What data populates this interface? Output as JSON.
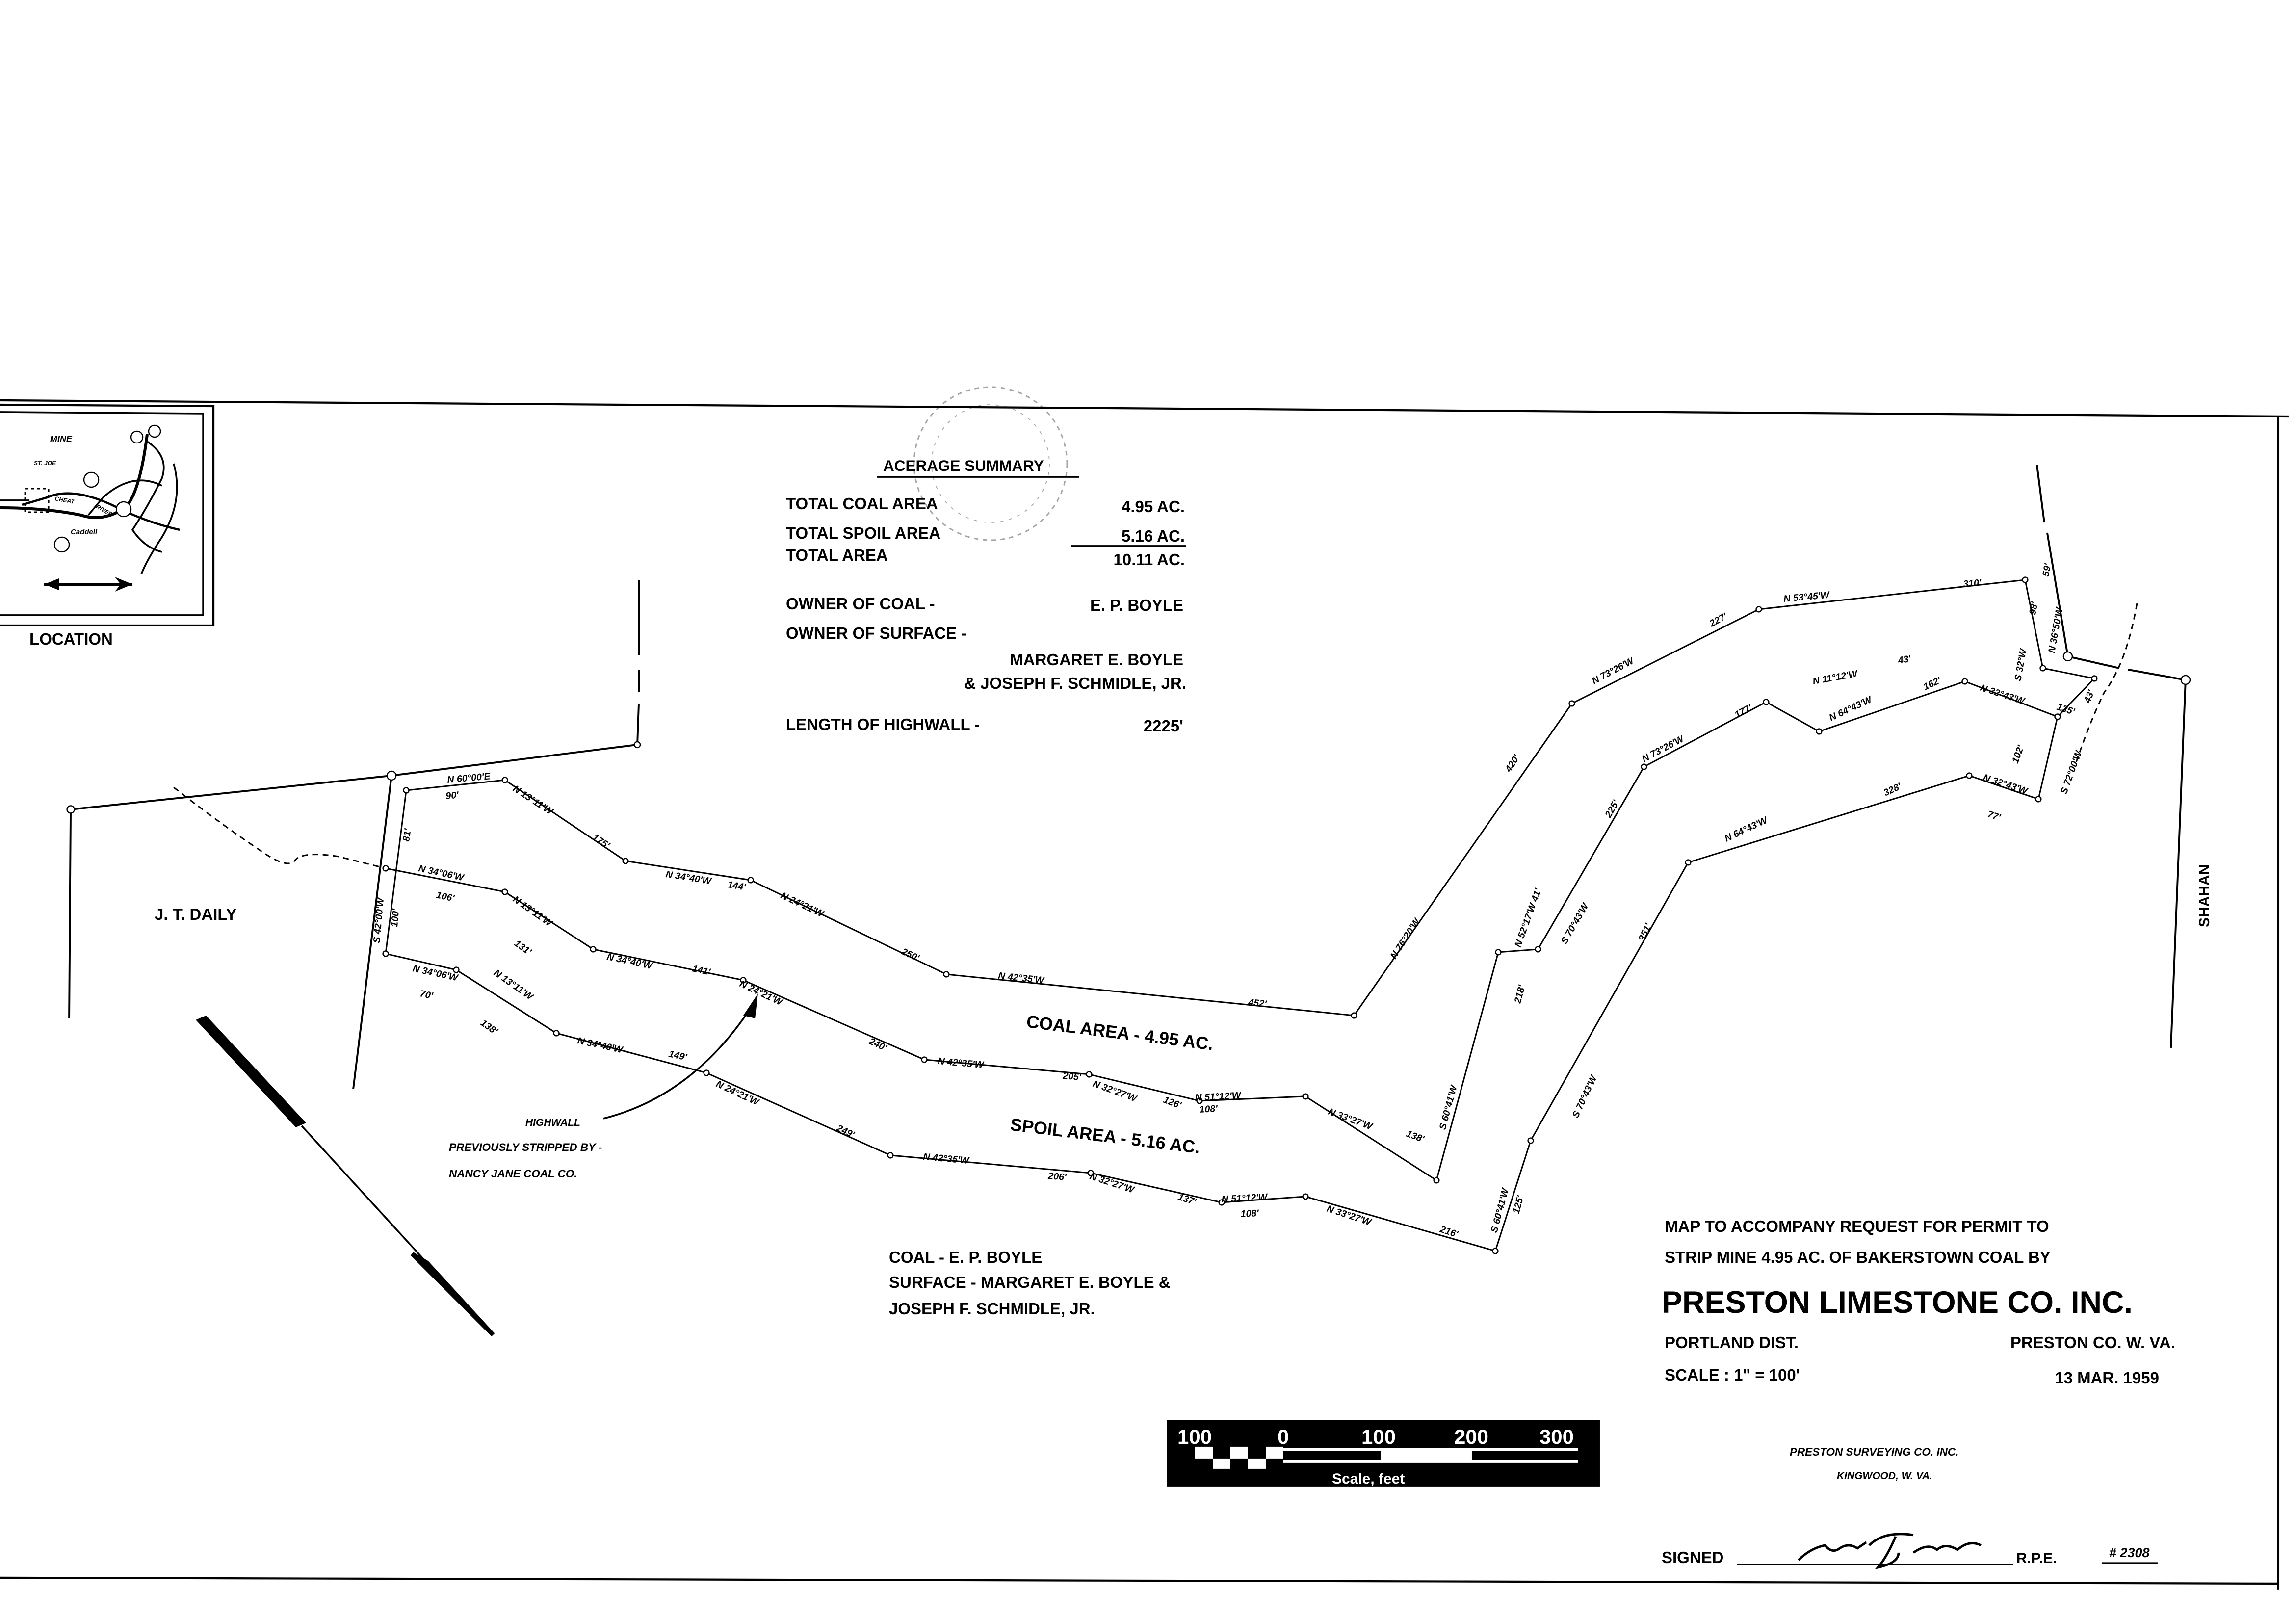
{
  "location_map": {
    "title": "LOCATION",
    "labels": [
      "MINE",
      "ST. JOE",
      "CHEAT",
      "RIVER",
      "Caddell"
    ]
  },
  "acreage_summary": {
    "heading": "ACERAGE SUMMARY",
    "rows": [
      {
        "label": "TOTAL  COAL  AREA",
        "value": "4.95  AC."
      },
      {
        "label": "TOTAL  SPOIL  AREA",
        "value": "5.16  AC."
      },
      {
        "label": "TOTAL  AREA",
        "value": "10.11  AC."
      }
    ],
    "owner_coal_label": "OWNER  OF  COAL  -",
    "owner_coal_value": "E.  P.  BOYLE",
    "owner_surface_label": "OWNER  OF  SURFACE  -",
    "owner_surface_line1": "MARGARET  E.  BOYLE",
    "owner_surface_line2": "&  JOSEPH  F.  SCHMIDLE,  JR.",
    "highwall_label": "LENGTH  OF  HIGHWALL  -",
    "highwall_value": "2225'"
  },
  "map": {
    "adjoiner_left": "J.  T.  DAILY",
    "adjoiner_right": "SHAHAN",
    "coal_area": "COAL   AREA  -  4.95  AC.",
    "spoil_area": "SPOIL   AREA  -  5.16  AC.",
    "highwall_note": "HIGHWALL",
    "stripped_note_1": "PREVIOUSLY   STRIPPED   BY  -",
    "stripped_note_2": "NANCY  JANE  COAL  CO.",
    "ownership_1": "COAL  -   E.  P.  BOYLE",
    "ownership_2": "SURFACE  -  MARGARET  E.  BOYLE  &",
    "ownership_3": "JOSEPH  F.  SCHMIDLE,  JR.",
    "bearings": [
      "N 60°00'E",
      "90'",
      "N 13°11'W",
      "175'",
      "N 34°40'W",
      "144'",
      "N 24°21'W",
      "250'",
      "N 42°35'W",
      "452'",
      "N 76°20'W",
      "420'",
      "N 73°26'W",
      "227'",
      "N 53°45'W",
      "310'",
      "98'",
      "59'",
      "N 36°50'W",
      "S 32°W",
      "81'",
      "S 42°00'W",
      "100'",
      "N 34°06'W",
      "106'",
      "N 13°11'W",
      "131'",
      "N 34°40'W",
      "141'",
      "N 24°21'W",
      "240'",
      "N 42°35'W",
      "205'",
      "N 32°27'W",
      "126'",
      "N 51°12'W",
      "108'",
      "N 33°27'W",
      "138'",
      "S 60°41'W",
      "218'",
      "N 52°17'W  41'",
      "S 70°43'W",
      "225'",
      "N 73°26'W",
      "177'",
      "N 11°12'W",
      "43'",
      "N 64°43'W",
      "162'",
      "N 32°43'W",
      "135'",
      "43'",
      "N 34°06'W",
      "70'",
      "N 13°11'W",
      "138'",
      "N 34°40'W",
      "149'",
      "N 24°21'W",
      "249'",
      "N 42°35'W",
      "206'",
      "N 32°27'W",
      "137'",
      "N 51°12'W",
      "108'",
      "N 33°27'W",
      "216'",
      "S 60°41'W",
      "125'",
      "S 70°43'W",
      "351'",
      "N 64°43'W",
      "328'",
      "N 32°43'W",
      "77'",
      "102'",
      "S 72°00'W"
    ]
  },
  "scale_bar": {
    "ticks": [
      "100",
      "0",
      "100",
      "200",
      "300"
    ],
    "caption": "Scale, feet"
  },
  "title_block": {
    "line1": "MAP  TO  ACCOMPANY  REQUEST  FOR  PERMIT  TO",
    "line2": "STRIP  MINE  4.95 AC.  OF  BAKERSTOWN  COAL  BY",
    "company": "PRESTON  LIMESTONE  CO.  INC.",
    "district": "PORTLAND  DIST.",
    "county": "PRESTON   CO.   W. VA.",
    "scale": "SCALE :  1\" = 100'",
    "date": "13   MAR.   1959",
    "surveyor": "PRESTON   SURVEYING   CO.   INC.",
    "surveyor_city": "KINGWOOD,   W. VA.",
    "signed_label": "SIGNED",
    "rpe_label": "R.P.E.",
    "rpe_number": "# 2308"
  }
}
